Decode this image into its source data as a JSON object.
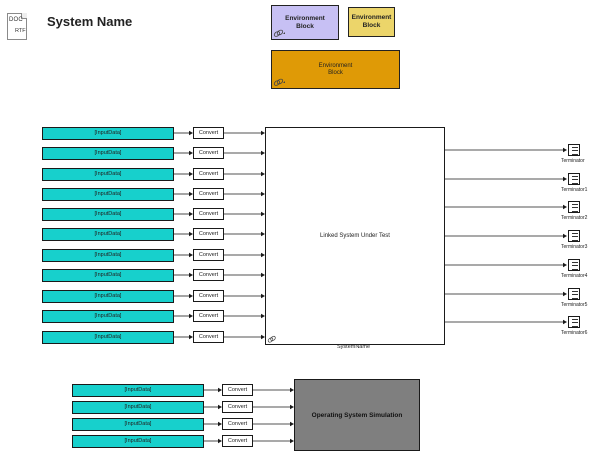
{
  "header": {
    "doc_icon_line1": "DOC",
    "doc_icon_line2": "RTF",
    "title": "System Name"
  },
  "environment_blocks": [
    {
      "label": "Environment\nBlock",
      "color": "#c7c0f4",
      "has_link_icon": true
    },
    {
      "label": "Environment\nBlock",
      "color": "#ecd56a",
      "has_link_icon": false
    },
    {
      "label": "Environment\nBlock",
      "color": "#df9a06",
      "has_link_icon": true
    }
  ],
  "top_group": {
    "inputs": [
      "[InputData]",
      "[InputData]",
      "[InputData]",
      "[InputData]",
      "[InputData]",
      "[InputData]",
      "[InputData]",
      "[InputData]",
      "[InputData]",
      "[InputData]",
      "[InputData]"
    ],
    "converts": [
      "Convert",
      "Convert",
      "Convert",
      "Convert",
      "Convert",
      "Convert",
      "Convert",
      "Convert",
      "Convert",
      "Convert",
      "Convert"
    ],
    "system": {
      "label": "Linked System Under Test",
      "name": "SystemName",
      "has_link_icon": true
    },
    "terminators": [
      "Terminator",
      "Terminator1",
      "Terminator2",
      "Terminator3",
      "Terminator4",
      "Terminator5",
      "Terminator6"
    ]
  },
  "bottom_group": {
    "inputs": [
      "[InputData]",
      "[InputData]",
      "[InputData]",
      "[InputData]"
    ],
    "converts": [
      "Convert",
      "Convert",
      "Convert",
      "Convert"
    ],
    "system": {
      "label": "Operating System Simulation",
      "color": "#7f7f7f"
    }
  },
  "colors": {
    "input_block": "#17d0cc",
    "wire": "#1a1a1a"
  }
}
